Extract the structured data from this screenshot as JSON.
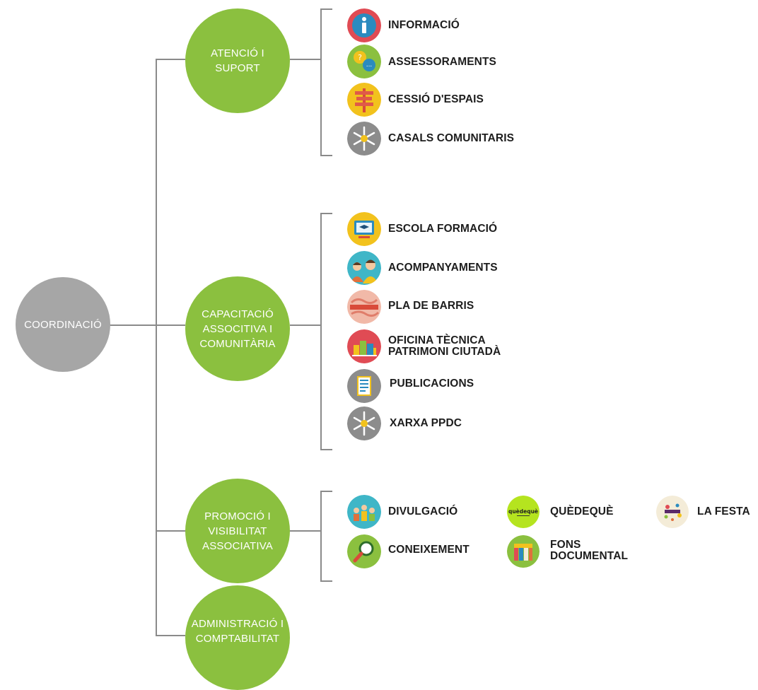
{
  "root": {
    "label": "COORDINACIÓ",
    "color": "#a6a6a6"
  },
  "departments": [
    {
      "label": "ATENCIÓ I\nSUPORT",
      "color": "#8bc03f",
      "services": [
        {
          "label": "INFORMACIÓ",
          "icon": "info-icon"
        },
        {
          "label": "ASSESSORAMENTS",
          "icon": "speech-bubbles-icon"
        },
        {
          "label": "CESSIÓ D'ESPAIS",
          "icon": "signpost-icon"
        },
        {
          "label": "CASALS COMUNITARIS",
          "icon": "network-icon"
        }
      ]
    },
    {
      "label": "CAPACITACIÓ\nASSOCITIVA I\nCOMUNITÀRIA",
      "color": "#8bc03f",
      "services": [
        {
          "label": "ESCOLA FORMACIÓ",
          "icon": "graduation-screen-icon"
        },
        {
          "label": "ACOMPANYAMENTS",
          "icon": "people-icon"
        },
        {
          "label": "PLA DE BARRIS",
          "icon": "pla-de-barris-logo"
        },
        {
          "label": "OFICINA TÈCNICA\nPATRIMONI CIUTADÀ",
          "icon": "buildings-icon"
        },
        {
          "label": "PUBLICACIONS",
          "icon": "document-icon"
        },
        {
          "label": "XARXA PPDC",
          "icon": "network-icon"
        }
      ]
    },
    {
      "label": "PROMOCIÓ I\nVISIBILITAT\nASSOCIATIVA",
      "color": "#8bc03f",
      "services": [
        {
          "label": "DIVULGACIÓ",
          "icon": "crowd-icon"
        },
        {
          "label": "QUÈDEQUÈ",
          "icon": "quedeque-logo",
          "logo_text": "quèdequè"
        },
        {
          "label": "LA FESTA",
          "icon": "festa-logo"
        },
        {
          "label": "CONEIXEMENT",
          "icon": "magnifier-icon"
        },
        {
          "label": "FONS\nDOCUMENTAL",
          "icon": "books-icon"
        }
      ]
    },
    {
      "label": "ADMINISTRACIÓ I\nCOMPTABILITAT",
      "color": "#8bc03f",
      "services": []
    }
  ]
}
